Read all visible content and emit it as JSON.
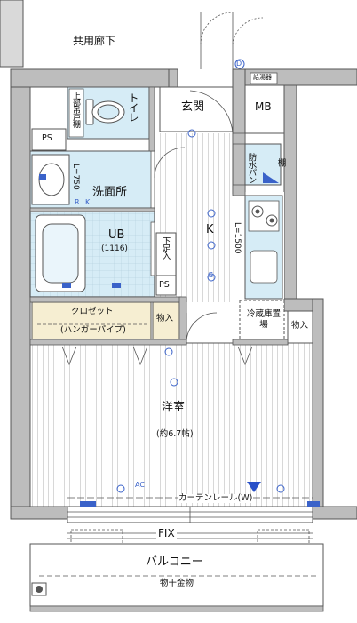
{
  "labels": {
    "corridor": "共用廊下",
    "entrance": "玄関",
    "mb": "MB",
    "ps_top": "PS",
    "toilet": "トイレ",
    "upper_cabinet": "上部吊戸棚",
    "waterproof_pan": "防水パン",
    "shelf_right": "棚",
    "washroom": "洗面所",
    "l750": "L=750",
    "ub": "UB",
    "ub_size": "(1116)",
    "kitchen": "K",
    "l1500": "L=1500",
    "shoe_box": "下足入",
    "ps_mid": "PS",
    "closet": "クロゼット",
    "hanger_pipe": "(ハンガーパイプ)",
    "storage_left": "物入",
    "fridge": "冷蔵庫置場",
    "storage_right": "物入",
    "western_room": "洋室",
    "room_size": "(約6.7帖)",
    "curtain_rail": "カーテンレール(W)",
    "fix": "FIX",
    "balcony": "バルコニー",
    "clothes_dryer": "物干金物",
    "water_heater": "給湯器",
    "d_mark": "D",
    "ac_mark": "AC",
    "r_mark": "R",
    "k_mark": "K",
    "g_mark": "G"
  },
  "colors": {
    "wall": "#bdbdbd",
    "wall_edge": "#555555",
    "wet_area": "#d6ecf6",
    "storage": "#f6eed2",
    "floor_line": "#c8c8c8",
    "outlet": "#3a62c9",
    "curtain_arrow": "#2850c8"
  }
}
